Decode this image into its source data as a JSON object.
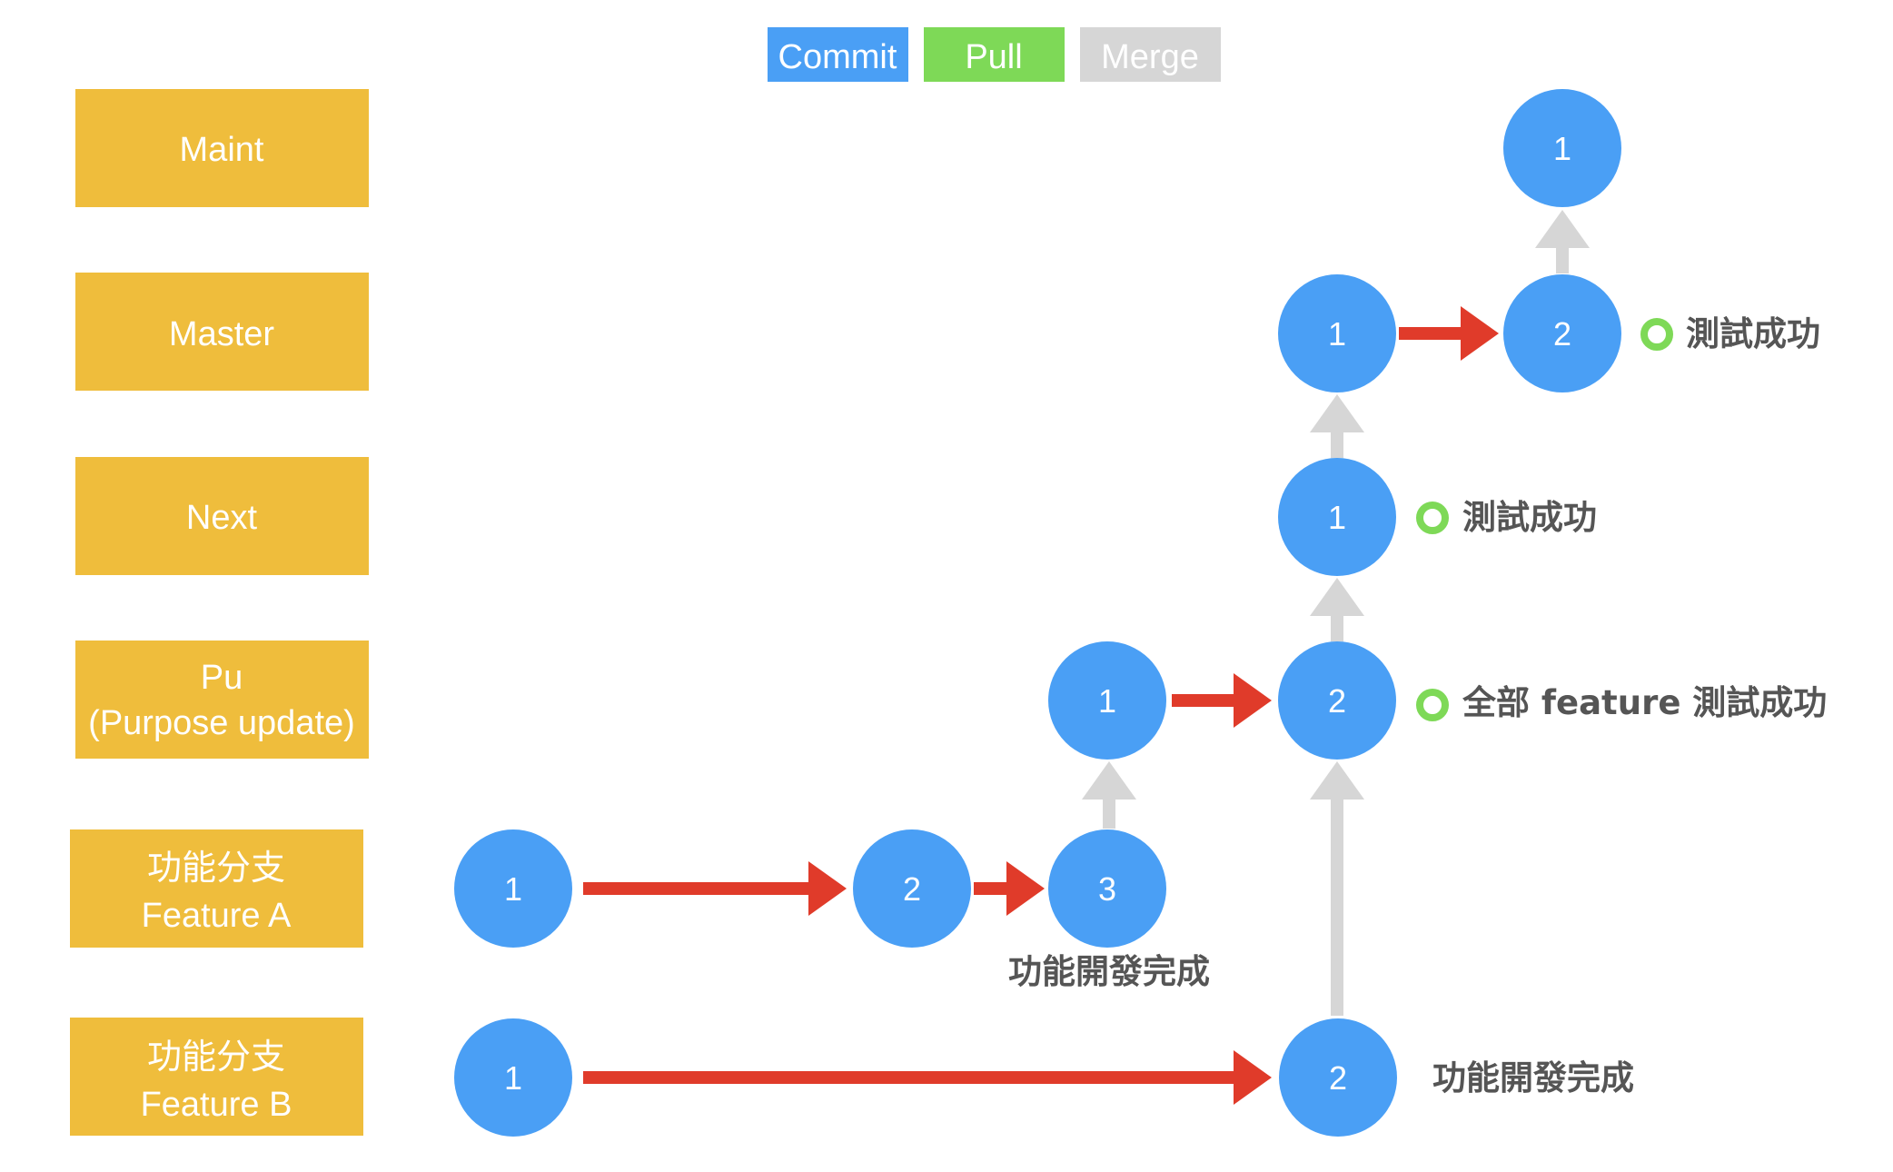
{
  "legend": {
    "commit": {
      "label": "Commit",
      "color": "#4a9ff5"
    },
    "pull": {
      "label": "Pull",
      "color": "#7ed957"
    },
    "merge": {
      "label": "Merge",
      "color": "#d6d6d6"
    }
  },
  "colors": {
    "branch_box": "#efbd3c",
    "node": "#4a9ff5",
    "commit_arrow": "#e03b2a",
    "merge_arrow": "#d6d6d6",
    "status_ring": "#7ed957",
    "note_text": "#555555"
  },
  "branches": [
    {
      "id": "maint",
      "lines": [
        "Maint"
      ]
    },
    {
      "id": "master",
      "lines": [
        "Master"
      ]
    },
    {
      "id": "next",
      "lines": [
        "Next"
      ]
    },
    {
      "id": "pu",
      "lines": [
        "Pu",
        "(Purpose update)"
      ]
    },
    {
      "id": "feature-a",
      "lines": [
        "功能分支",
        "Feature A"
      ]
    },
    {
      "id": "feature-b",
      "lines": [
        "功能分支",
        "Feature B"
      ]
    }
  ],
  "nodes": [
    {
      "id": "fa1",
      "label": "1"
    },
    {
      "id": "fa2",
      "label": "2"
    },
    {
      "id": "fa3",
      "label": "3"
    },
    {
      "id": "fb1",
      "label": "1"
    },
    {
      "id": "fb2",
      "label": "2"
    },
    {
      "id": "pu1",
      "label": "1"
    },
    {
      "id": "pu2",
      "label": "2"
    },
    {
      "id": "next1",
      "label": "1"
    },
    {
      "id": "master1",
      "label": "1"
    },
    {
      "id": "master2",
      "label": "2"
    },
    {
      "id": "maint1",
      "label": "1"
    }
  ],
  "notes": {
    "feature_a_done": "功能開發完成",
    "feature_b_done": "功能開發完成",
    "pu_tested": "全部 feature 測試成功",
    "next_tested": "測試成功",
    "master_tested": "測試成功"
  }
}
